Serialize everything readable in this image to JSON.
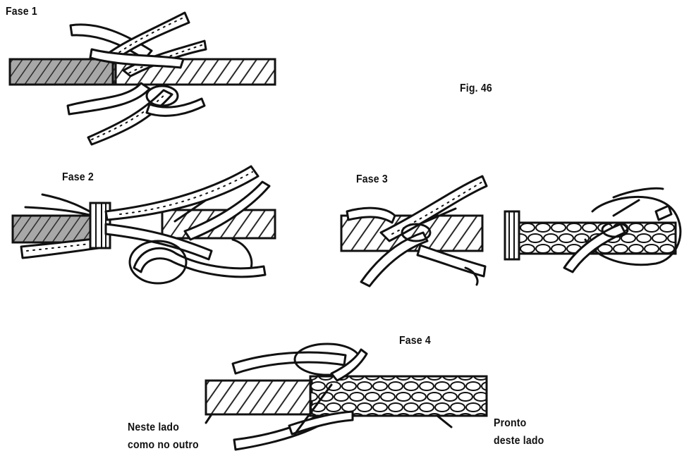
{
  "figure": {
    "label": "Fig. 46",
    "stages": [
      {
        "id": "fase1",
        "label": "Fase 1"
      },
      {
        "id": "fase2",
        "label": "Fase 2"
      },
      {
        "id": "fase3",
        "label": "Fase 3"
      },
      {
        "id": "fase4",
        "label": "Fase 4"
      }
    ],
    "notes": {
      "left_line1": "Neste lado",
      "left_line2": "como no outro",
      "right_line1": "Pronto",
      "right_line2": "deste lado"
    }
  },
  "colors": {
    "ink": "#111111",
    "hatch_fill": "#9a9a9a",
    "paper": "#ffffff"
  }
}
